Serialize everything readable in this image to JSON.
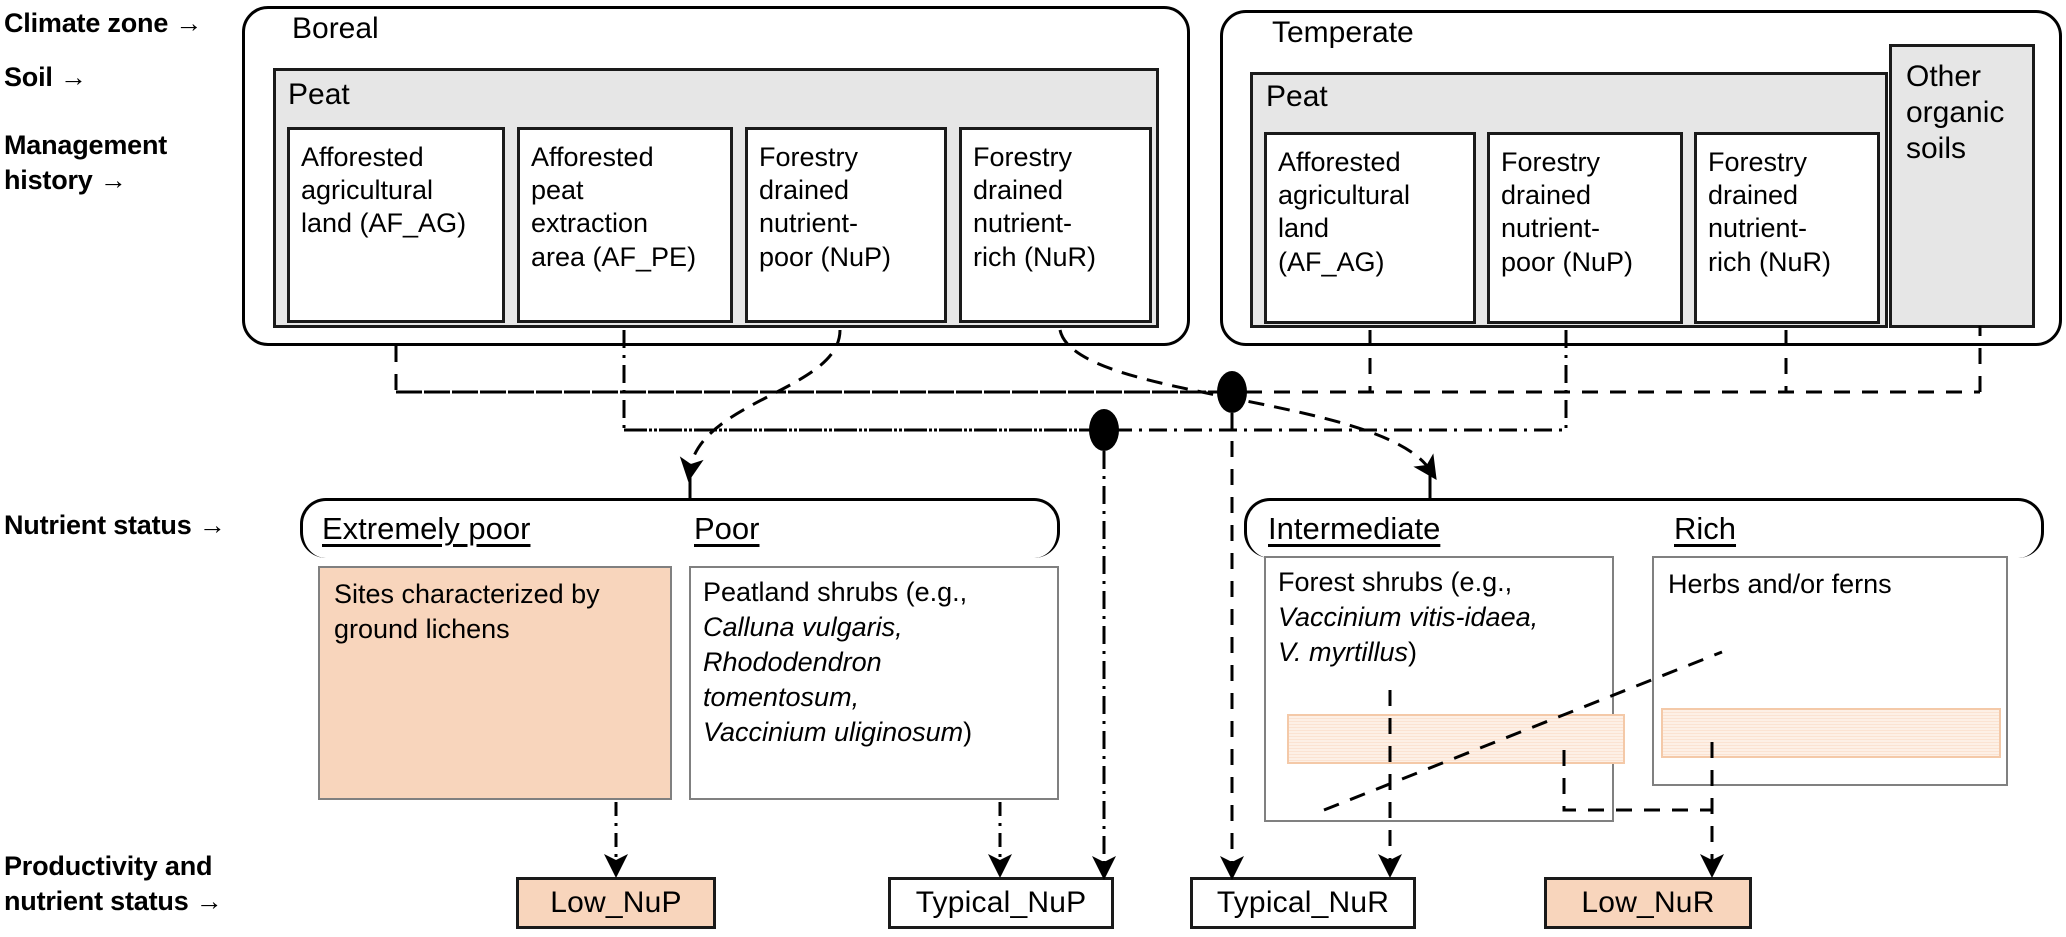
{
  "row_labels": [
    {
      "id": "climate-zone",
      "text": "Climate zone →"
    },
    {
      "id": "soil",
      "text": "Soil →"
    },
    {
      "id": "management-history",
      "text": "Management\nhistory →"
    },
    {
      "id": "nutrient-status",
      "text": "Nutrient status →"
    },
    {
      "id": "productivity-nutrient-status",
      "text": "Productivity and\nnutrient status →"
    }
  ],
  "climate_zones": [
    {
      "id": "boreal",
      "title": "Boreal",
      "soil": {
        "label": "Peat"
      },
      "management": [
        {
          "id": "af-ag",
          "text": "Afforested\nagricultural\nland (AF_AG)"
        },
        {
          "id": "af-pe",
          "text": "Afforested\npeat\nextraction\narea (AF_PE)"
        },
        {
          "id": "nup",
          "text": "Forestry\ndrained\nnutrient-\npoor (NuP)"
        },
        {
          "id": "nur",
          "text": "Forestry\ndrained\nnutrient-\nrich (NuR)"
        }
      ]
    },
    {
      "id": "temperate",
      "title": "Temperate",
      "soil": {
        "label": "Peat"
      },
      "management": [
        {
          "id": "af-ag",
          "text": "Afforested\nagricultural\nland\n(AF_AG)"
        },
        {
          "id": "nup",
          "text": "Forestry\ndrained\nnutrient-\npoor (NuP)"
        },
        {
          "id": "nur",
          "text": "Forestry\ndrained\nnutrient-\nrich (NuR)"
        }
      ],
      "other_soils": {
        "id": "other-organic-soils",
        "text": "Other\norganic\nsoils"
      }
    }
  ],
  "nutrient_groups": [
    {
      "id": "poor-group",
      "classes": [
        {
          "id": "extremely-poor",
          "label": "Extremely poor",
          "box_text": "Sites characterized by\nground lichens",
          "peach": true,
          "hatched": false
        },
        {
          "id": "poor",
          "label": "Poor",
          "box_text": "Peatland shrubs (e.g.,\nCalluna vulgaris,\nRhododendron\ntomentosum,\nVaccinium uliginosum)",
          "peach": false,
          "hatched": false
        }
      ]
    },
    {
      "id": "rich-group",
      "classes": [
        {
          "id": "intermediate",
          "label": "Intermediate",
          "box_text": "Forest shrubs (e.g.,\nVaccinium vitis-idaea,\nV. myrtillus)",
          "peach": false,
          "hatched": true
        },
        {
          "id": "rich",
          "label": "Rich",
          "box_text": "Herbs and/or ferns",
          "peach": false,
          "hatched": true
        }
      ]
    }
  ],
  "results": [
    {
      "id": "low-nup",
      "label": "Low_NuP",
      "peach": true
    },
    {
      "id": "typical-nup",
      "label": "Typical_NuP",
      "peach": false
    },
    {
      "id": "typical-nur",
      "label": "Typical_NuR",
      "peach": false
    },
    {
      "id": "low-nur",
      "label": "Low_NuR",
      "peach": true
    }
  ],
  "colors": {
    "peach_fill": "#f8d5bc",
    "soil_band_fill": "#e6e6e6",
    "box_border": "#1a1a1a",
    "nutbox_border": "#808080",
    "hatch_stroke": "#f4c9a8"
  }
}
